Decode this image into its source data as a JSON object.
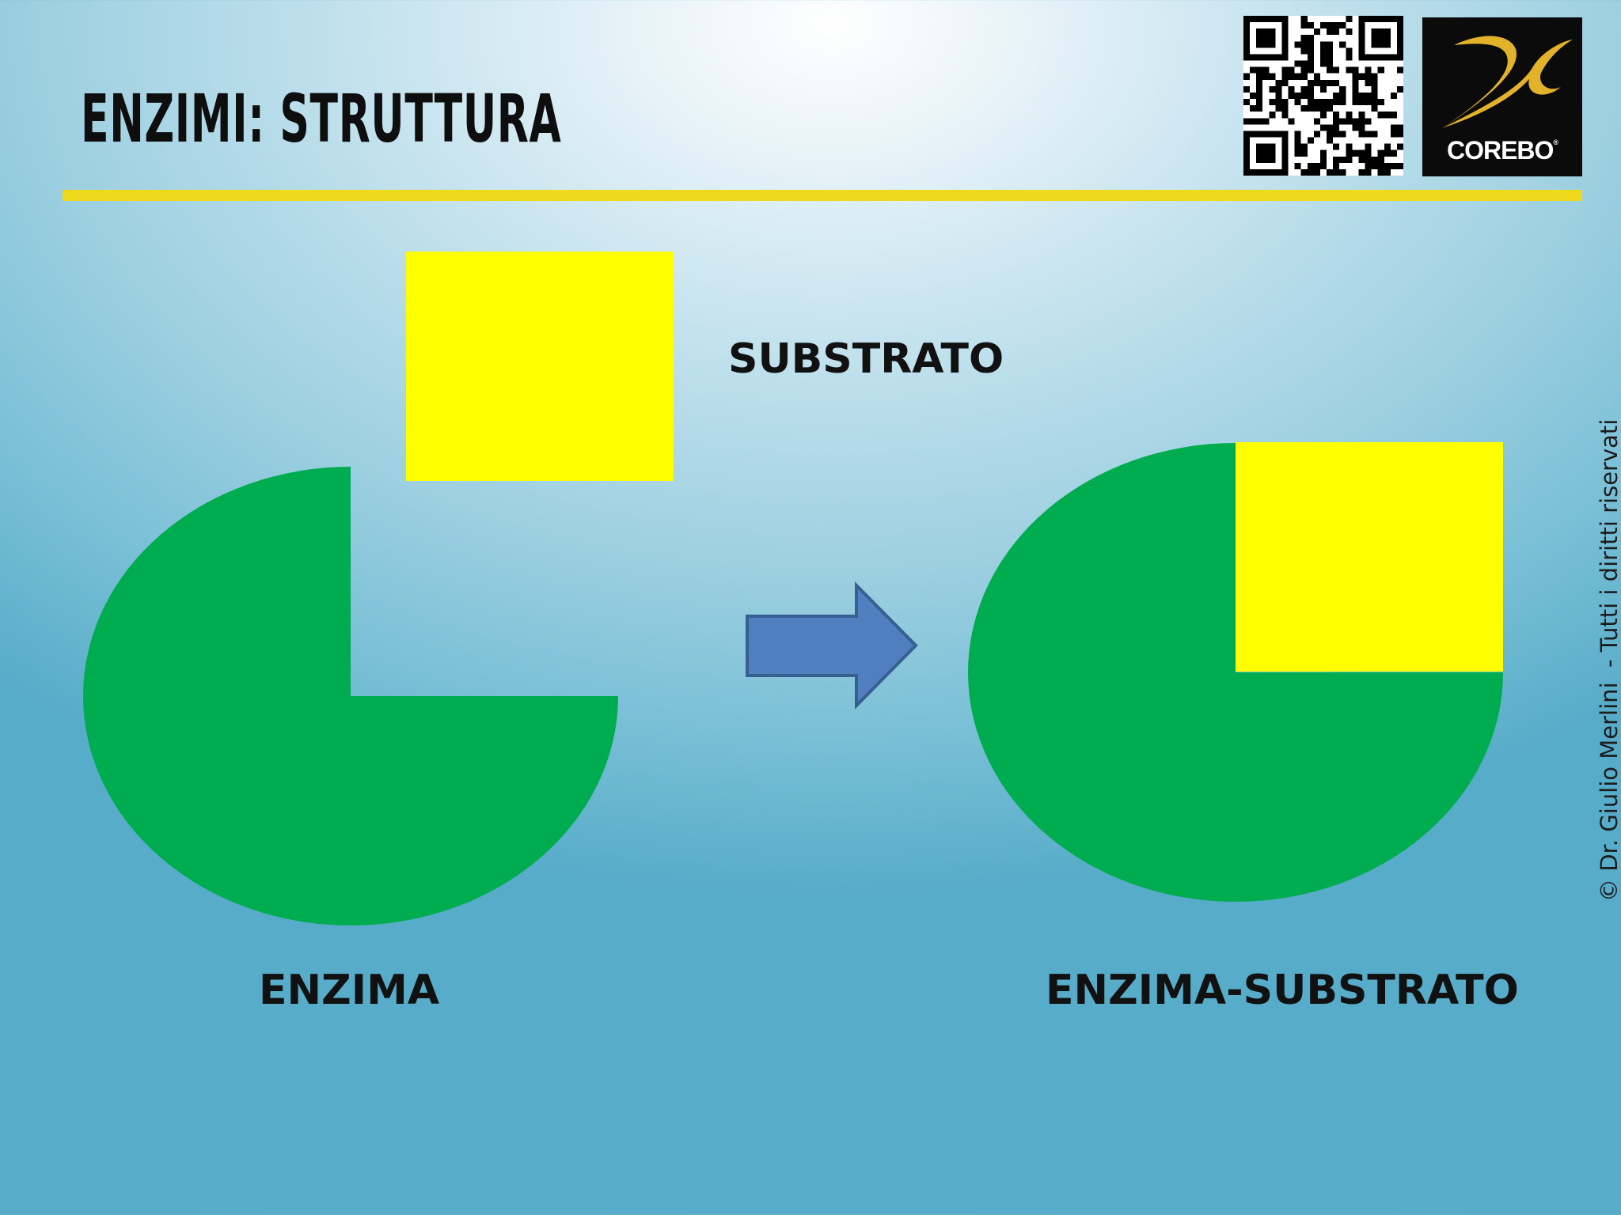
{
  "slide": {
    "title": "ENZIMI: STRUTTURA",
    "accent_rule_color": "#eed91d",
    "background_colors": [
      "#ffffff",
      "#57acc9"
    ]
  },
  "header": {
    "qr_code": "qr-code",
    "logo": {
      "brand": "COREBO",
      "trademark": "®",
      "emblem_color": "#e2b22a",
      "background_color": "#0b0b0b"
    }
  },
  "diagram": {
    "substrate": {
      "label": "SUBSTRATO",
      "color": "#ffff00"
    },
    "enzyme": {
      "label": "ENZIMA",
      "color": "#00ac50"
    },
    "arrow": {
      "icon": "arrow-right-icon",
      "fill": "#4f7fbe",
      "stroke": "#375f91"
    },
    "complex": {
      "label": "ENZIMA-SUBSTRATO"
    }
  },
  "footer": {
    "copyright": "© Dr. Giulio Merlini  - Tutti i diritti riservati"
  }
}
